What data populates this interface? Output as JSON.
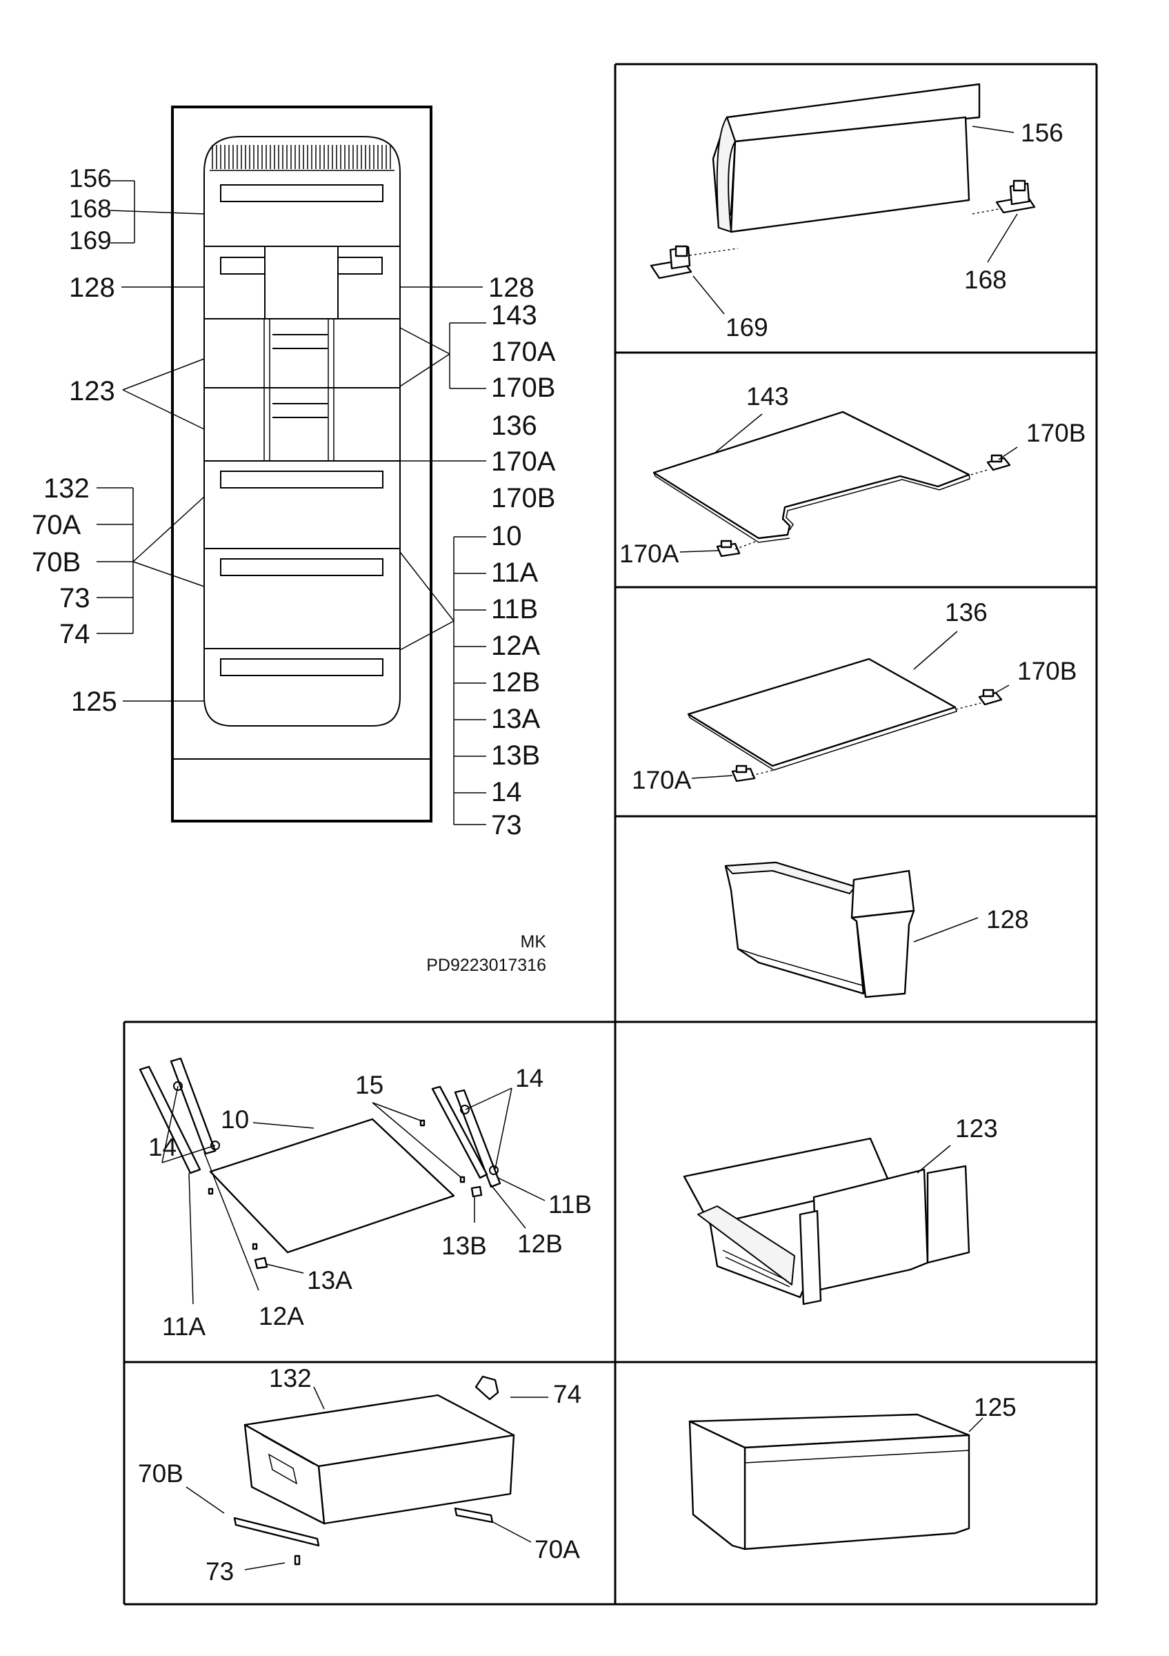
{
  "figure": {
    "code_top": "MK",
    "code_bottom": "PD9223017316"
  },
  "overview": {
    "left_labels": {
      "l156": "156",
      "l168": "168",
      "l169": "169",
      "l128": "128",
      "l123": "123",
      "l132": "132",
      "l70a": "70A",
      "l70b": "70B",
      "l73": "73",
      "l74": "74",
      "l125": "125"
    },
    "right_labels": {
      "r128": "128",
      "r143": "143",
      "r170a_1": "170A",
      "r170b_1": "170B",
      "r136": "136",
      "r170a_2": "170A",
      "r170b_2": "170B",
      "r10": "10",
      "r11a": "11A",
      "r11b": "11B",
      "r12a": "12A",
      "r12b": "12B",
      "r13a": "13A",
      "r13b": "13B",
      "r14": "14",
      "r73": "73"
    }
  },
  "panels": {
    "p156": {
      "l156": "156",
      "l168": "168",
      "l169": "169"
    },
    "p143": {
      "l143": "143",
      "l170b": "170B",
      "l170a": "170A"
    },
    "p136": {
      "l136": "136",
      "l170b": "170B",
      "l170a": "170A"
    },
    "p128": {
      "l128": "128"
    },
    "p10": {
      "l15": "15",
      "l14a": "14",
      "l14b": "14",
      "l10": "10",
      "l11b": "11B",
      "l12b": "12B",
      "l13b": "13B",
      "l13a": "13A",
      "l12a": "12A",
      "l11a": "11A"
    },
    "p123": {
      "l123": "123"
    },
    "p132": {
      "l132": "132",
      "l74": "74",
      "l70b": "70B",
      "l70a": "70A",
      "l73": "73"
    },
    "p125": {
      "l125": "125"
    }
  }
}
